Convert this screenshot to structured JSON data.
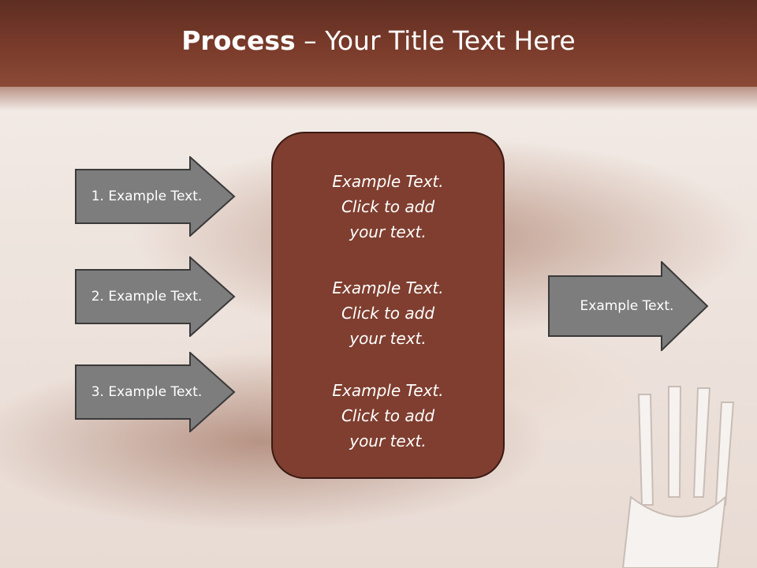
{
  "header": {
    "title_bold": "Process",
    "title_rest": " – Your Title Text Here"
  },
  "steps": [
    {
      "label": "1. Example Text."
    },
    {
      "label": "2. Example Text."
    },
    {
      "label": "3. Example Text."
    }
  ],
  "center": {
    "blocks": [
      {
        "line1": "Example Text.",
        "line2": "Click  to add",
        "line3": "your text."
      },
      {
        "line1": "Example Text.",
        "line2": "Click  to add",
        "line3": "your text."
      },
      {
        "line1": "Example Text.",
        "line2": "Click  to add",
        "line3": "your text."
      }
    ]
  },
  "output": {
    "label": "Example Text."
  },
  "colors": {
    "header": "#7a3b2b",
    "center_box": "#7f3e2f",
    "arrow_fill": "#7d7d7d",
    "arrow_stroke": "#3a3a3a"
  }
}
